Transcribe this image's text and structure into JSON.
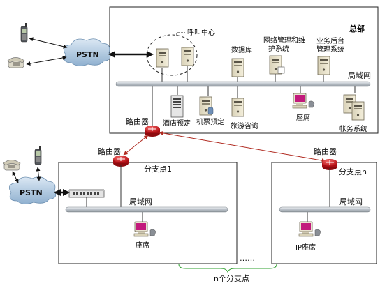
{
  "headquarters": {
    "label": "总部",
    "call_center": "呼叫中心",
    "lan": "局域网",
    "database": "数据库",
    "network_mgmt": [
      "网络管理和维",
      "护系统"
    ],
    "business_backend": [
      "业务后台",
      "管理系统"
    ],
    "hotel_booking": "酒店预定",
    "ticket_booking": "机票预定",
    "travel_consult": "旅游咨询",
    "seat": "座席",
    "accounting": "帐务系统",
    "router": "路由器"
  },
  "pstn_label": "PSTN",
  "branch1": {
    "router": "路由器",
    "name": "分支点1",
    "lan": "局域网",
    "seat": "座席",
    "pstn": "PSTN"
  },
  "branchn": {
    "router": "路由器",
    "name": "分支点n",
    "lan": "局域网",
    "seat": "IP座席"
  },
  "ellipsis": "……",
  "n_branches": "n个分支点",
  "colors": {
    "router": "#d9161c",
    "wan_link": "#b02a20",
    "bus": "#c7cdd4",
    "pstn_cloud": "#a9c4dc"
  }
}
